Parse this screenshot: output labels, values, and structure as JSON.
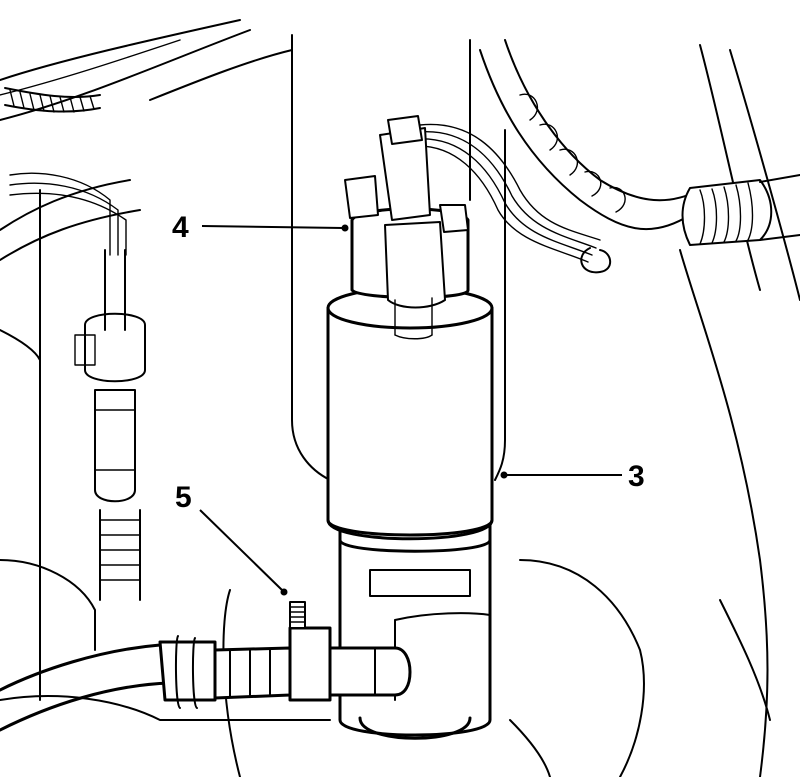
{
  "diagram": {
    "callouts": [
      {
        "id": "4",
        "label": "4"
      },
      {
        "id": "3",
        "label": "3"
      },
      {
        "id": "5",
        "label": "5"
      }
    ],
    "colors": {
      "line": "#000000",
      "background": "#ffffff"
    }
  }
}
